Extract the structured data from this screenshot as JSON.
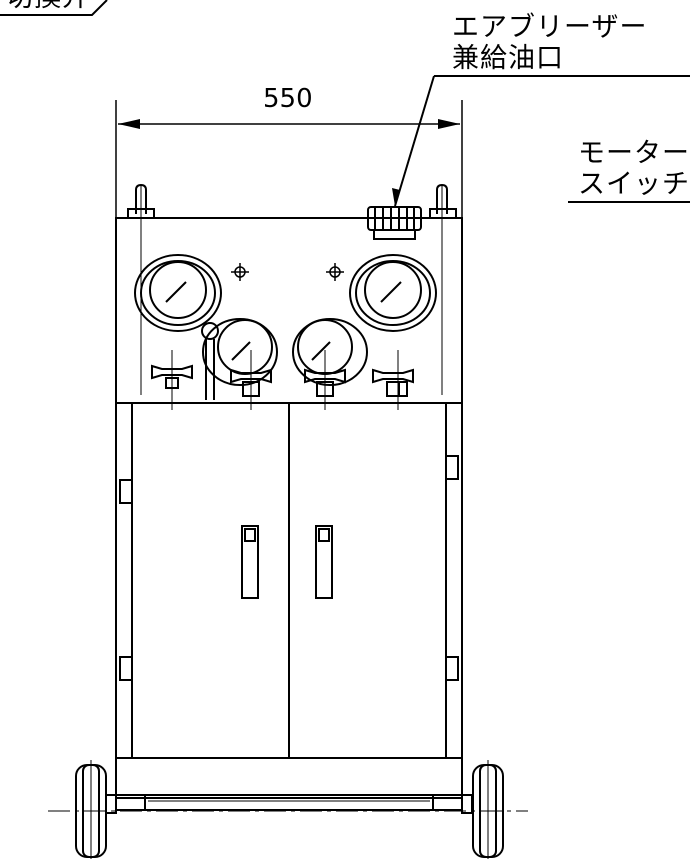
{
  "labels": {
    "top_left_fragment": "切換弁",
    "air_bleeder_line1": "エアブリーザー",
    "air_bleeder_line2": "兼給油口",
    "motor_line1": "モーター",
    "motor_line2": "スイッチ",
    "width_dimension": "550"
  }
}
